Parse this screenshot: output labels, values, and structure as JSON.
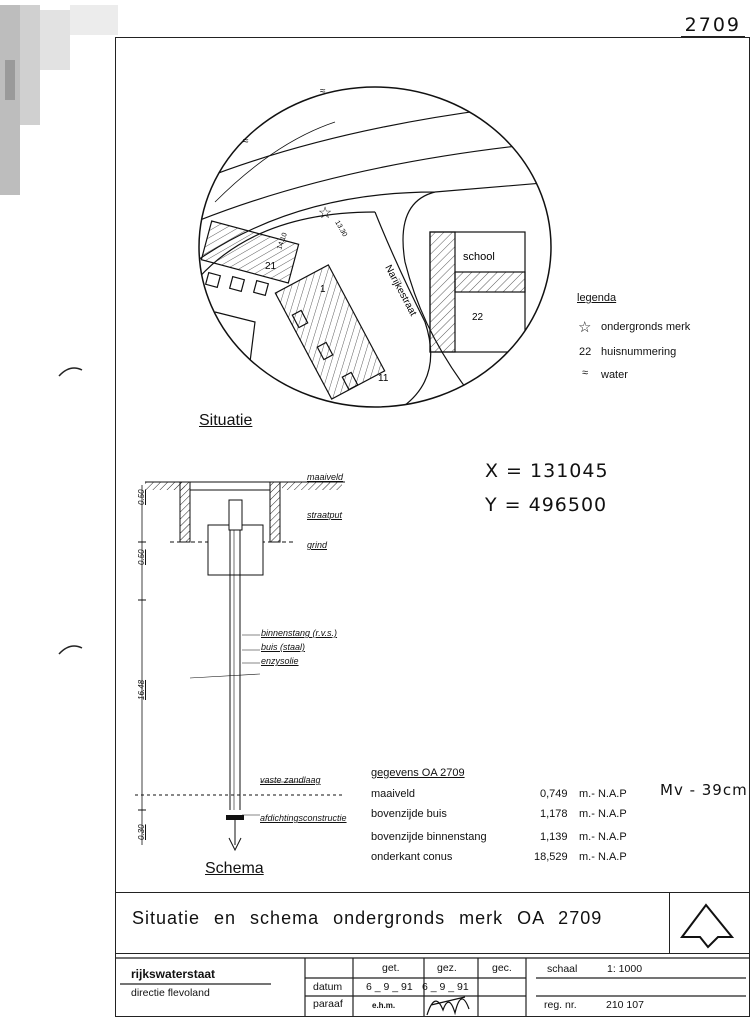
{
  "sheet_number": "2709",
  "map": {
    "street_name": "Narijkestraat",
    "school_label": "school",
    "house_numbers": [
      "21",
      "22",
      "1",
      "11"
    ],
    "elev_a": "13.30",
    "elev_b": "14.10"
  },
  "legend": {
    "title": "legenda",
    "items": [
      {
        "symbol": "☆",
        "text": "ondergronds merk"
      },
      {
        "symbol": "22",
        "text": "huisnummering"
      },
      {
        "symbol": "≈",
        "text": "water"
      }
    ]
  },
  "situatie_label": "Situatie",
  "coords": {
    "x": "X = 131045",
    "y": "Y = 496500"
  },
  "schema": {
    "label": "Schema",
    "dim_top": "0.50",
    "dim_mid": "0.50",
    "dim_long": "16.48",
    "dim_bottom": "0.30",
    "labels": {
      "maaiveld": "maaiveld",
      "straatput": "straatput",
      "grind": "grind",
      "binnenstang": "binnenstang (r.v.s.)",
      "buis": "buis (staal)",
      "enzysolie": "enzysolie",
      "vaste_zandlaag": "vaste zandlaag",
      "afdichting": "afdichtingsconstructie"
    }
  },
  "gegevens": {
    "title": "gegevens  OA 2709",
    "rows": [
      {
        "label": "maaiveld",
        "value": "0,749",
        "unit": "m.- N.A.P"
      },
      {
        "label": "bovenzijde  buis",
        "value": "1,178",
        "unit": "m.- N.A.P"
      },
      {
        "label": "bovenzijde  binnenstang",
        "value": "1,139",
        "unit": "m.- N.A.P"
      },
      {
        "label": "onderkant  conus",
        "value": "18,529",
        "unit": "m.- N.A.P"
      }
    ],
    "note": "Mv - 39cm"
  },
  "title_block": {
    "title": "Situatie  en  schema  ondergronds  merk  OA 2709",
    "org": "rijkswaterstaat",
    "dept": "directie  flevoland",
    "datum": "datum",
    "paraaf": "paraaf",
    "get": "get.",
    "gez": "gez.",
    "gec": "gec.",
    "datum_get": "6 _ 9 _ 91",
    "datum_gez": "6 _ 9 _ 91",
    "paraaf_get": "e.h.m.",
    "schaal_label": "schaal",
    "schaal_value": "1: 1000",
    "reg_label": "reg. nr.",
    "reg_value": "210 107"
  }
}
